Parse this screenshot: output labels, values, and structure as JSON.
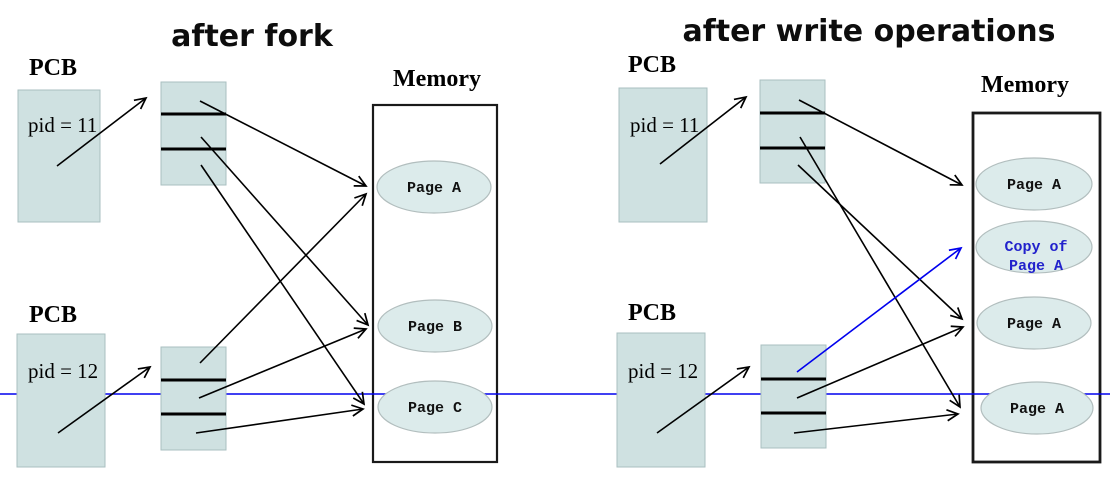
{
  "diagram": {
    "left": {
      "title": "after fork",
      "pcb_top": {
        "label": "PCB",
        "pid": "pid = 11"
      },
      "pcb_bottom": {
        "label": "PCB",
        "pid": "pid = 12"
      },
      "memory": {
        "label": "Memory",
        "page_top": "Page A",
        "page_middle": "Page B",
        "page_bottom": "Page C"
      }
    },
    "right": {
      "title": "after write operations",
      "pcb_top": {
        "label": "PCB",
        "pid": "pid = 11"
      },
      "pcb_bottom": {
        "label": "PCB",
        "pid": "pid = 12"
      },
      "memory": {
        "label": "Memory",
        "page_top": "Page A",
        "copy_line1": "Copy of",
        "copy_line2": "Page A",
        "page_middle": "Page A",
        "page_bottom": "Page A"
      }
    },
    "colors": {
      "box_fill": "#cfe1e1",
      "ellipse_fill": "#dcebeb",
      "highlight_blue": "#0000ee",
      "copy_text_blue": "#2222cc",
      "memory_border": "#1a1a1a"
    }
  }
}
